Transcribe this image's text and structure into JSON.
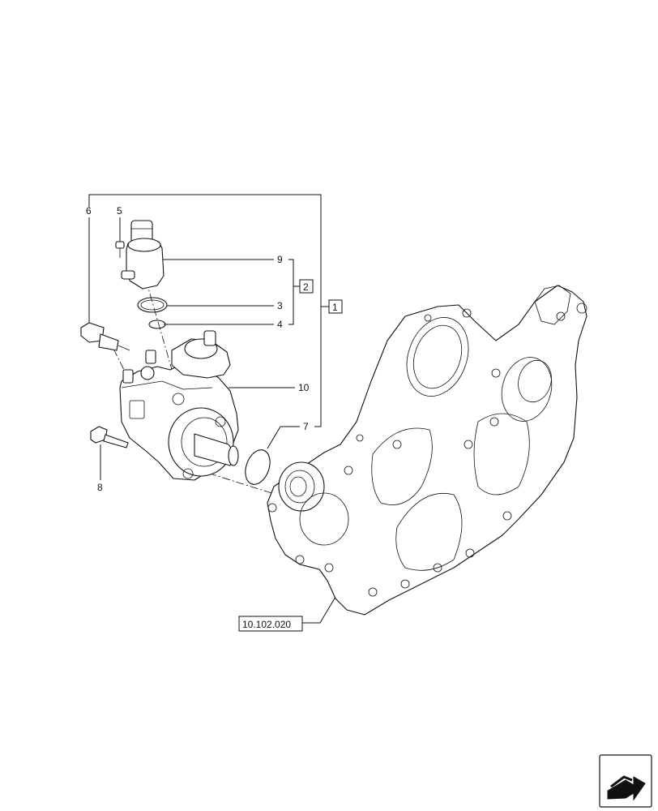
{
  "callouts": {
    "c1": "1",
    "c2": "2",
    "c3": "3",
    "c4": "4",
    "c5": "5",
    "c6": "6",
    "c7": "7",
    "c8": "8",
    "c9": "9",
    "c10": "10"
  },
  "reference": "10.102.020",
  "nav_icon": "next-page-arrow-icon"
}
